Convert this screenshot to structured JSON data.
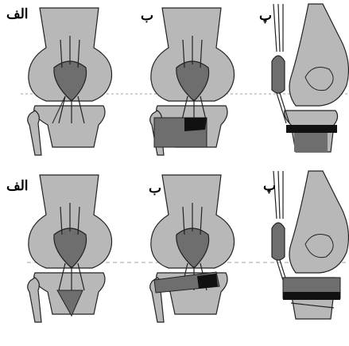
{
  "labels": {
    "top_a": "الف",
    "top_b": "ب",
    "top_p": "پ",
    "bottom_a": "الف",
    "bottom_b": "ب",
    "bottom_p": "پ"
  },
  "colors": {
    "bone": "#b8b8b8",
    "patella": "#6e6e6e",
    "dark_block": "#111111",
    "shaded_tibia": "#6e6e6e",
    "outline": "#222222",
    "dashed_line": "#a0a0a0"
  }
}
